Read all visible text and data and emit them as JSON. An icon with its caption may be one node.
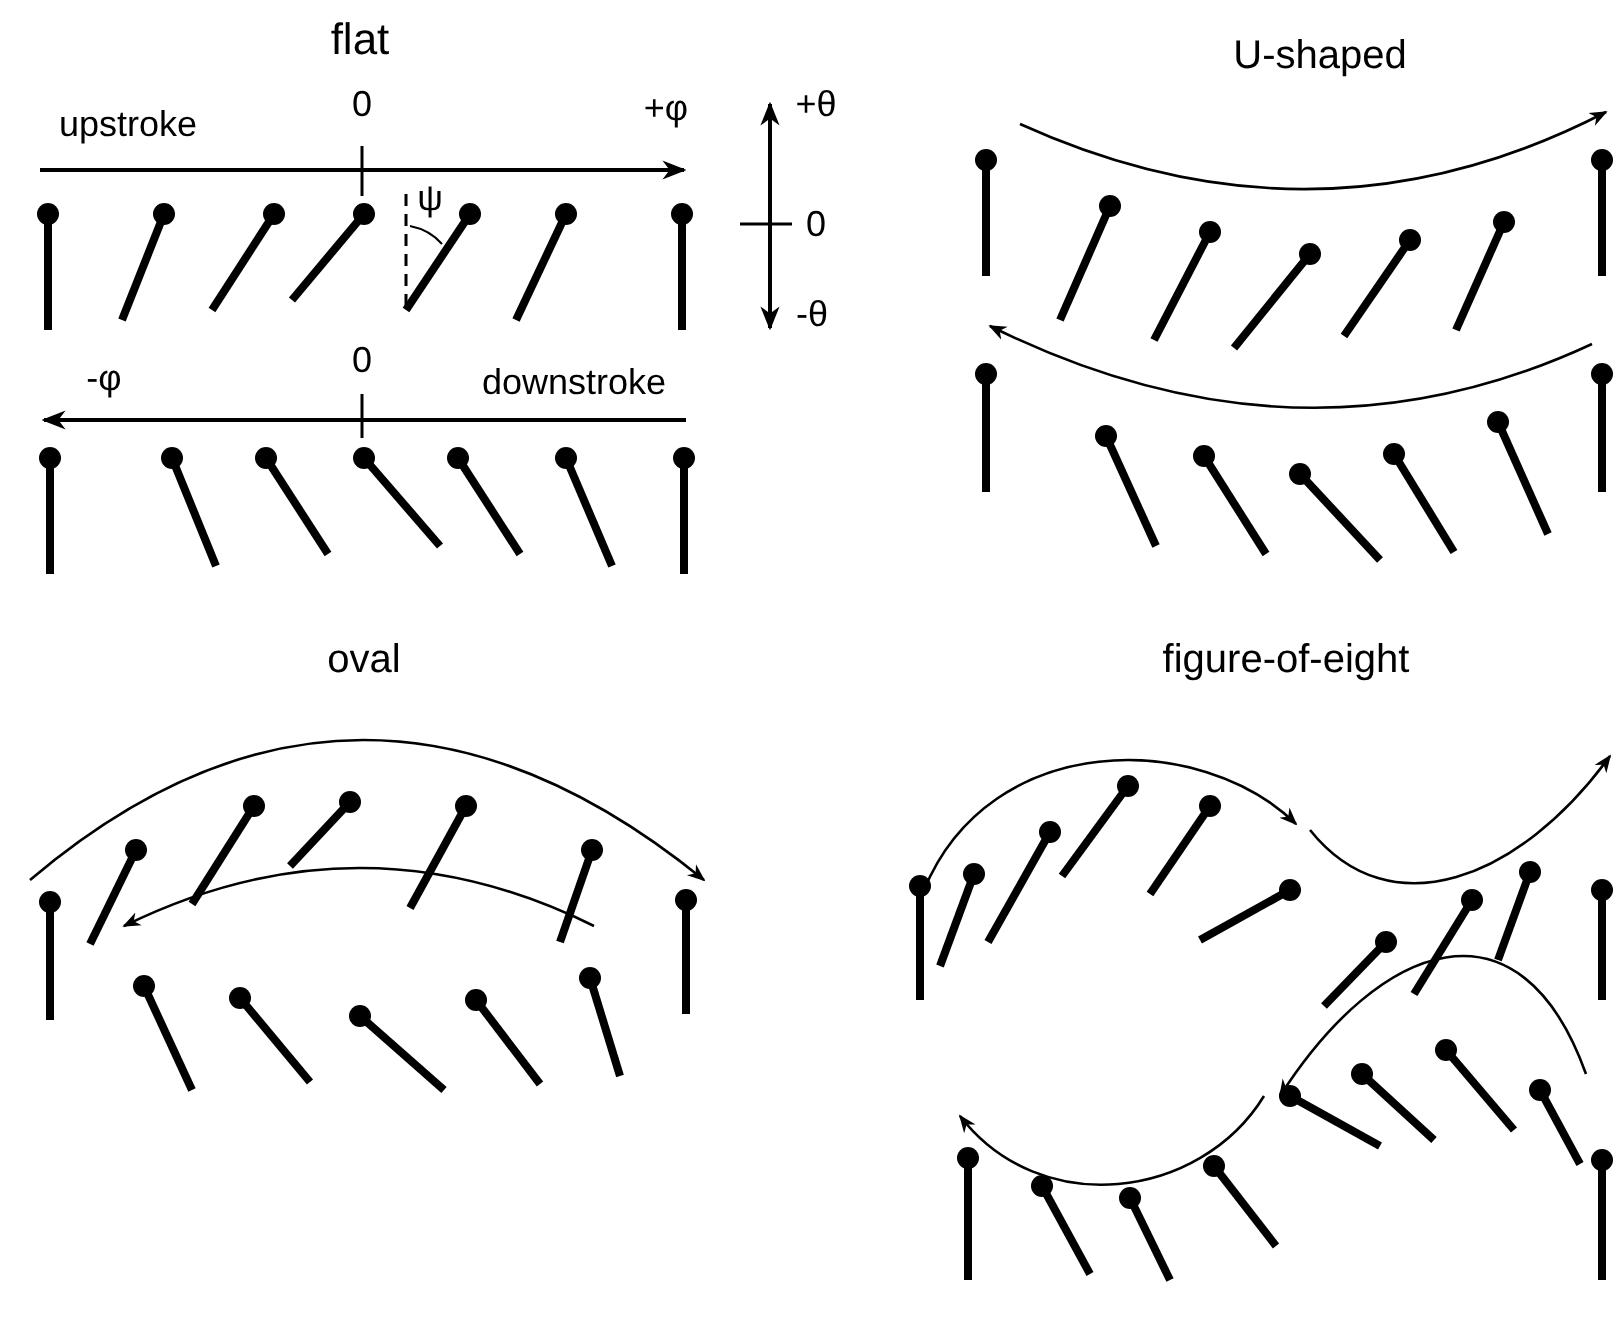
{
  "diagram": {
    "labels": [
      "flat",
      "upstroke",
      "0",
      "+φ",
      "+θ",
      "ψ",
      "0",
      "-θ",
      "-φ",
      "0",
      "downstroke",
      "U-shaped",
      "oval",
      "figure-of-eight"
    ]
  }
}
